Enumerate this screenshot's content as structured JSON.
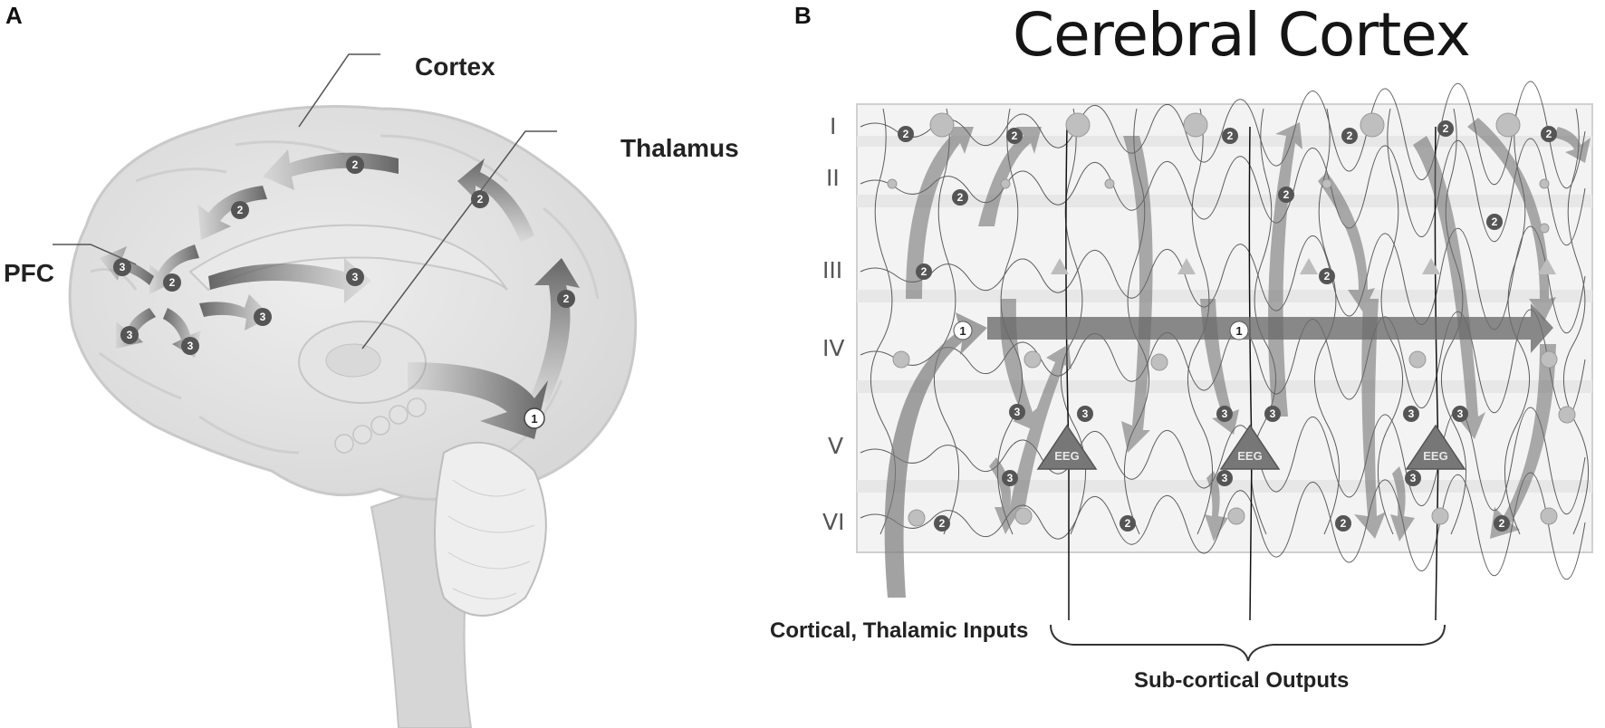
{
  "panel_a": {
    "letter": "A",
    "labels": {
      "cortex": "Cortex",
      "thalamus": "Thalamus",
      "pfc": "PFC"
    },
    "arrow_numbers": {
      "one": "1",
      "two": "2",
      "three": "3"
    }
  },
  "panel_b": {
    "letter": "B",
    "title": "Cerebral Cortex",
    "layers": [
      "I",
      "II",
      "III",
      "IV",
      "V",
      "VI"
    ],
    "neuron_label": "EEG",
    "inputs_label": "Cortical, Thalamic Inputs",
    "outputs_label": "Sub-cortical Outputs",
    "arrow_numbers": {
      "one": "1",
      "two": "2",
      "three": "3"
    }
  },
  "colors": {
    "arrow": "#707070",
    "brain": "#e3e3e3",
    "background": "#ffffff"
  }
}
